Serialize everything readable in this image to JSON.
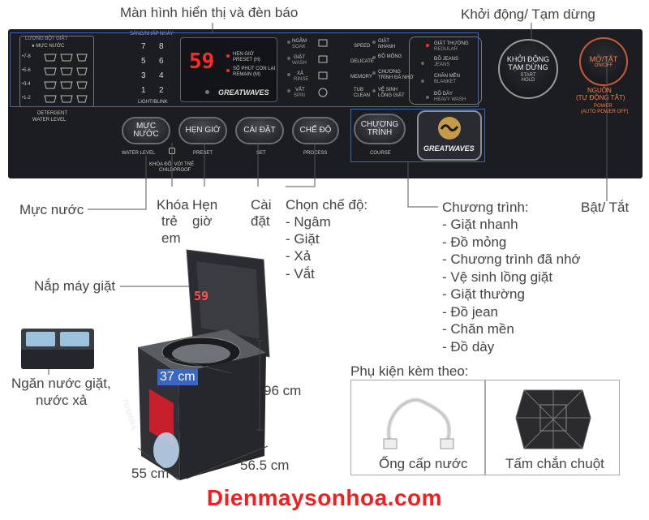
{
  "callouts": {
    "display": "Màn hình hiển thị và đèn báo",
    "start_pause": "Khởi động/ Tạm dừng",
    "water_level": "Mực nước",
    "child_lock": [
      "Khóa",
      "trẻ",
      "em"
    ],
    "timer": [
      "Hẹn",
      "giờ"
    ],
    "settings": [
      "Cài",
      "đặt"
    ],
    "mode_title": "Chọn chế độ:",
    "mode_items": [
      "- Ngâm",
      "- Giặt",
      "- Xả",
      "- Vắt"
    ],
    "program_title": "Chương trình:",
    "program_items": [
      "- Giặt nhanh",
      "- Đồ mỏng",
      "- Chương trình đã nhớ",
      "- Vệ sinh lồng giặt",
      "- Giặt thường",
      "- Đồ jean",
      "- Chăn mền",
      "- Đồ dày"
    ],
    "power": "Bật/ Tắt",
    "lid": "Nắp máy giặt",
    "detergent": [
      "Ngăn nước giặt,",
      "nước xả"
    ],
    "depth_front": "37 cm",
    "height": "96 cm",
    "width": "55 cm",
    "depth": "56.5 cm",
    "accessories_title": "Phụ kiện kèm theo:",
    "accessory_1": "Ống cấp nước",
    "accessory_2": "Tấm chắn chuột"
  },
  "panel": {
    "detergent_header": "LƯỢNG BỘT GIẶT",
    "water_header": "● MỰC NƯỚC",
    "water_rows": [
      "•7-8",
      "•5-6",
      "•3-4",
      "•1-2"
    ],
    "detergent_footer": [
      "DETERGENT",
      "WATER LEVEL"
    ],
    "light_header": "SÁNG/NHẤP NHÁY",
    "light_footer": "LIGHT/BLINK",
    "numbers": [
      "7",
      "8",
      "5",
      "6",
      "3",
      "4",
      "1",
      "2"
    ],
    "display_value": "59",
    "display_info": [
      "HẸN GIỜ",
      "PRESET (H)",
      "SỐ PHÚT CÒN LẠI",
      "REMAIN (M)"
    ],
    "greatwaves_small": "GREATWAVES",
    "modes": [
      {
        "vn": "NGÂM",
        "en": "SOAK"
      },
      {
        "vn": "GIẶT",
        "en": "WASH"
      },
      {
        "vn": "XẢ",
        "en": "RINSE"
      },
      {
        "vn": "VẮT",
        "en": "SPIN"
      }
    ],
    "programs_left": [
      {
        "en": "SPEED",
        "vn": "GIẶT NHANH"
      },
      {
        "en": "DELICATE",
        "vn": "ĐỒ MỎNG"
      },
      {
        "en": "MEMORY",
        "vn": "CHƯƠNG TRÌNH ĐÃ NHỚ"
      },
      {
        "en": "TUB CLEAN",
        "vn": "VỆ SINH LỒNG GIẶT"
      }
    ],
    "programs_right": [
      {
        "vn": "GIẶT THƯỜNG",
        "en": "REGULAR"
      },
      {
        "vn": "ĐỒ JEANS",
        "en": "JEANS"
      },
      {
        "vn": "CHĂN MỀN",
        "en": "BLANKET"
      },
      {
        "vn": "ĐỒ DÀY",
        "en": "HEAVY WASH"
      }
    ],
    "btn_water": "MỰC NƯỚC",
    "btn_water_sub": "WATER LEVEL",
    "btn_preset": "HẸN GIỜ",
    "btn_preset_sub": "PRESET",
    "child_lock_label": [
      "KHÓA ĐỔI VỚI TRẺ",
      "CHILDPROOF"
    ],
    "btn_set": "CÀI ĐẶT",
    "btn_set_sub": "SET",
    "btn_process": "CHẾ ĐỘ",
    "btn_process_sub": "PROCESS",
    "btn_course": "CHƯƠNG TRÌNH",
    "btn_course_sub": "COURSE",
    "greatwaves": "GREATWAVES",
    "start_vn": [
      "KHỞI ĐỘNG",
      "TẠM DỪNG"
    ],
    "start_en": [
      "START",
      "HOLD"
    ],
    "power_vn": "MỞ/TẮT",
    "power_en": "ON/OFF",
    "auto_off_vn": [
      "NGUỒN",
      "(TỰ ĐỘNG TẮT)"
    ],
    "auto_off_en": [
      "POWER",
      "(AUTO POWER OFF)"
    ]
  },
  "machine": {
    "brand": "TOSHIBA",
    "display_value": "59"
  },
  "footer": {
    "brand": "Dienmaysonhoa.com"
  },
  "colors": {
    "panel": "#1c1d21",
    "callout_blue": "#3a66c4",
    "led_red": "#ff2a2a",
    "brand_red": "#ef2020"
  }
}
